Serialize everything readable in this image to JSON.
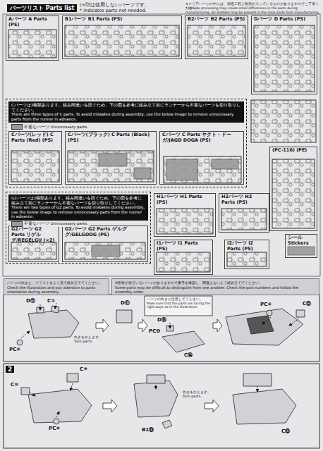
{
  "diagram": {
    "nodes": [
      {
        "text": [
          "Aパーツ A Parts (PS)"
        ]
      },
      {
        "text": [
          "B1パーツ B1 Parts (PS)"
        ]
      },
      {
        "text": [
          "B2パーツ B2 Parts (PS)"
        ]
      },
      {
        "text": [
          "Dパーツ D Parts (PS)"
        ]
      },
      {
        "text": [
          "Cパーツは3種類あります。組み間違いを防ぐため、下の図を参考に組み立て前にランナーから不要なパーツを切り取りしてください。",
          "There are three types of C parts. To avoid mistakes during assembly, use the below image to remove unnecessary parts from the runner in advance."
        ]
      },
      {
        "text": [
          "Cパーツ(レッド) C Parts (Red) (PS)"
        ],
        "in": 4
      },
      {
        "text": [
          "Cパーツ(ブラック) C Parts (Black) (PS)"
        ],
        "in": 4
      },
      {
        "text": [
          "Cパーツ C Parts ヤクト・ドーガ/JAGD DOGA (PS)"
        ],
        "in": 4
      },
      {
        "text": [
          "(PC-116) (PE)"
        ]
      },
      {
        "text": [
          "G2パーツは2種類あります。組み間違いを防ぐため、下の図を参考に組み立て前にランナーから不要なパーツを切り取りしてください。",
          "There are two types of G2 parts. To avoid mistakes during assembly, use the below image to remove unnecessary parts from the runner in advance."
        ]
      },
      {
        "text": [
          "G2パーツ G2 Parts リゲルグ/REGELGU (×2)"
        ],
        "in": 9
      },
      {
        "text": [
          "G2パーツ G2 Parts ゲルググ/GELGOOG (PS)"
        ],
        "in": 9
      },
      {
        "text": [
          "H1パーツ H1 Parts (PS)"
        ]
      },
      {
        "text": [
          "H2パーツ H2 Parts (PS)"
        ]
      },
      {
        "text": [
          "I1パーツ I1 Parts (PS)"
        ]
      },
      {
        "text": [
          "I2パーツ I2 Parts (PS)"
        ]
      },
      {
        "text": [
          "シール Stickers"
        ]
      },
      {
        "text": [
          "パーツの向きと、イラストをよく見て組み立ててください。",
          "Check the illustration and pay attention to parts orientation during assembly."
        ]
      },
      {
        "text": [
          "※形状が似ているパーツがありますので番号を確認し、間違えないよう組み立ててください。",
          "Some parts may be difficult to distinguish from one another. Check the part numbers and follow the assembly order."
        ]
      }
    ],
    "labels": [
      "パーツリスト Parts list",
      "(×印は使用しないパーツです。",
      "* indicates parts not needed.",
      "※クリアパーツの中には、製造工程上気泡が入っているものがありますのでご了承ください。",
      "* Include processing may create small differences in the parts during manufacturing. Air bubbles may be present in the clear parts from manufacturing.",
      "D⑪",
      "C①",
      "PC⑥",
      "向きをかえます。 Turn parts.",
      "D⑪",
      "パーツの向きに注意してください。 Make sure that the parts are facing the right ways as in the illustration.",
      "D⑮",
      "PC❶",
      "C⑭",
      "PC⑥",
      "C⑫",
      "2",
      "C⑨",
      "C⑩",
      "PC⑥",
      "B1⑬",
      "向きをかえます。 Turn parts.",
      "C⑬"
    ],
    "legend": [
      {
        "text": "不要なパーツ Unnecessary parts.",
        "color": "#9a9a9a"
      },
      {
        "text": "不要なパーツ Unnecessary parts.",
        "color": "#9a9a9a"
      }
    ]
  }
}
